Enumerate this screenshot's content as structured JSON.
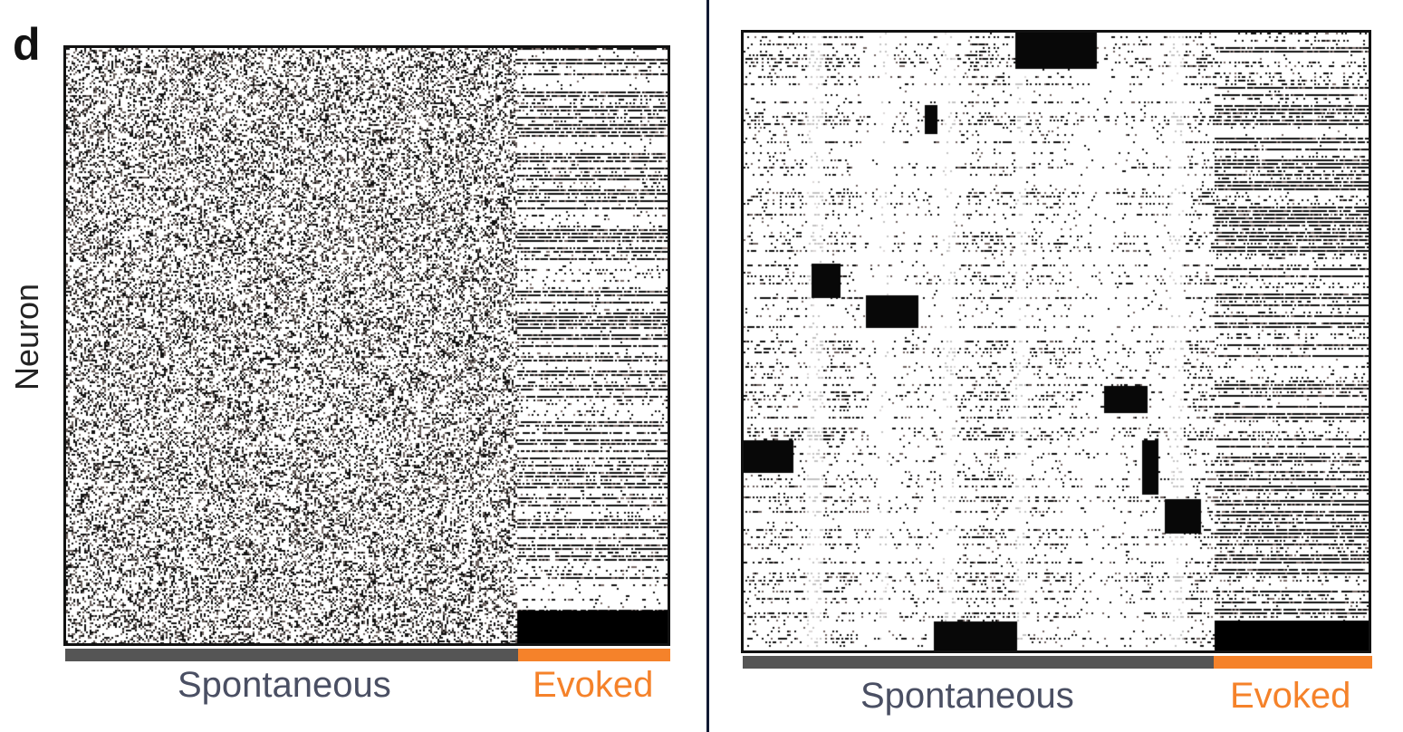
{
  "panel_label": "d",
  "y_axis_label": "Neuron",
  "colors": {
    "spontaneous_bar": "#555555",
    "evoked_bar": "#f5822a",
    "spontaneous_text": "#4a4f63",
    "evoked_text": "#f5822a",
    "divider": "#111a33"
  },
  "panels": [
    {
      "id": "left",
      "segments": [
        {
          "label": "Spontaneous",
          "fraction": 0.75,
          "color": "#555555"
        },
        {
          "label": "Evoked",
          "fraction": 0.25,
          "color": "#f5822a"
        }
      ],
      "pattern": "uncorrelated"
    },
    {
      "id": "right",
      "segments": [
        {
          "label": "Spontaneous",
          "fraction": 0.75,
          "color": "#555555"
        },
        {
          "label": "Evoked",
          "fraction": 0.25,
          "color": "#f5822a"
        }
      ],
      "pattern": "clustered"
    }
  ]
}
